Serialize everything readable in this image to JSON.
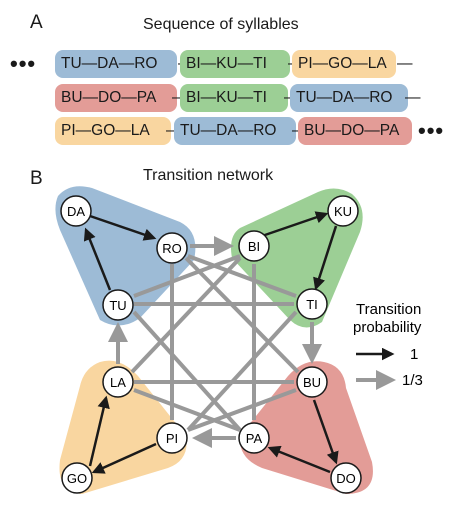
{
  "panel_a": {
    "letter": "A",
    "title": "Sequence of syllables",
    "rows": [
      {
        "lead": "•••",
        "trail": "",
        "segments": [
          {
            "text": "TU—DA—RO",
            "color": "#9dbbd6"
          },
          {
            "text": "BI—KU—TI",
            "color": "#9ccf95"
          },
          {
            "text": "PI—GO—LA",
            "color": "#f9d6a0"
          }
        ],
        "tail_dash": "—"
      },
      {
        "lead": "",
        "trail": "",
        "segments": [
          {
            "text": "BU—DO—PA",
            "color": "#e39c97"
          },
          {
            "text": "BI—KU—TI",
            "color": "#9ccf95"
          },
          {
            "text": "TU—DA—RO",
            "color": "#9dbbd6"
          }
        ],
        "tail_dash": "—"
      },
      {
        "lead": "",
        "trail": "•••",
        "segments": [
          {
            "text": "PI—GO—LA",
            "color": "#f9d6a0"
          },
          {
            "text": "TU—DA—RO",
            "color": "#9dbbd6"
          },
          {
            "text": "BU—DO—PA",
            "color": "#e39c97"
          }
        ],
        "tail_dash": ""
      }
    ],
    "joiner": "—"
  },
  "panel_b": {
    "letter": "B",
    "title": "Transition network",
    "nodes": {
      "DA": "DA",
      "RO": "RO",
      "TU": "TU",
      "BI": "BI",
      "KU": "KU",
      "TI": "TI",
      "LA": "LA",
      "GO": "GO",
      "PI": "PI",
      "BU": "BU",
      "PA": "PA",
      "DO": "DO"
    },
    "legend": {
      "title_line1": "Transition",
      "title_line2": "probability",
      "strong_label": "1",
      "weak_label": "1/3"
    },
    "colors": {
      "blue": "#9dbbd6",
      "green": "#9ccf95",
      "orange": "#f9d6a0",
      "red": "#e39c97",
      "strong": "#1a1a1a",
      "weak": "#999999"
    }
  }
}
